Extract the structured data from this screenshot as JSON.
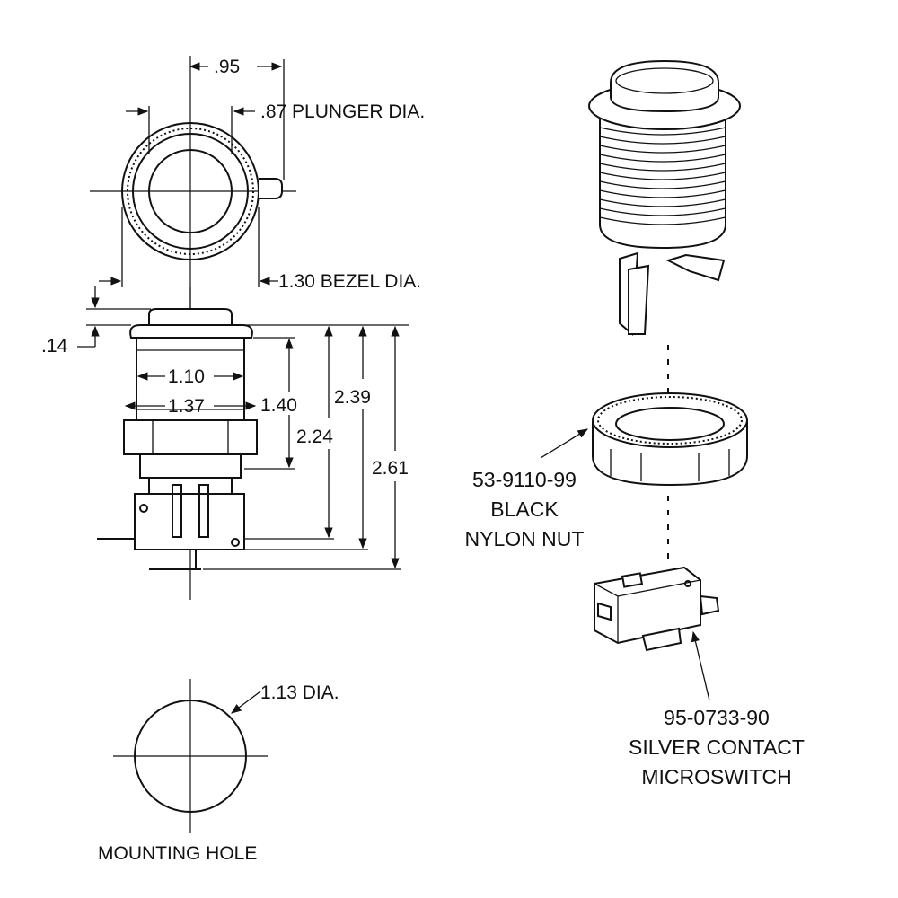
{
  "top_view": {
    "width_dim": ".95",
    "plunger_dia": ".87 PLUNGER DIA.",
    "bezel_dia": "1.30 BEZEL DIA."
  },
  "side_view": {
    "bezel_thickness": ".14",
    "dim_1_10": "1.10",
    "dim_1_37": "1.37",
    "dim_1_40": "1.40",
    "dim_2_39": "2.39",
    "dim_2_24": "2.24",
    "dim_2_61": "2.61"
  },
  "mounting_hole": {
    "dia": "1.13 DIA.",
    "caption": "MOUNTING HOLE"
  },
  "exploded": {
    "nut_part_number": "53-9110-99",
    "nut_line1": "BLACK",
    "nut_line2": "NYLON NUT",
    "switch_part_number": "95-0733-90",
    "switch_line1": "SILVER CONTACT",
    "switch_line2": "MICROSWITCH"
  }
}
